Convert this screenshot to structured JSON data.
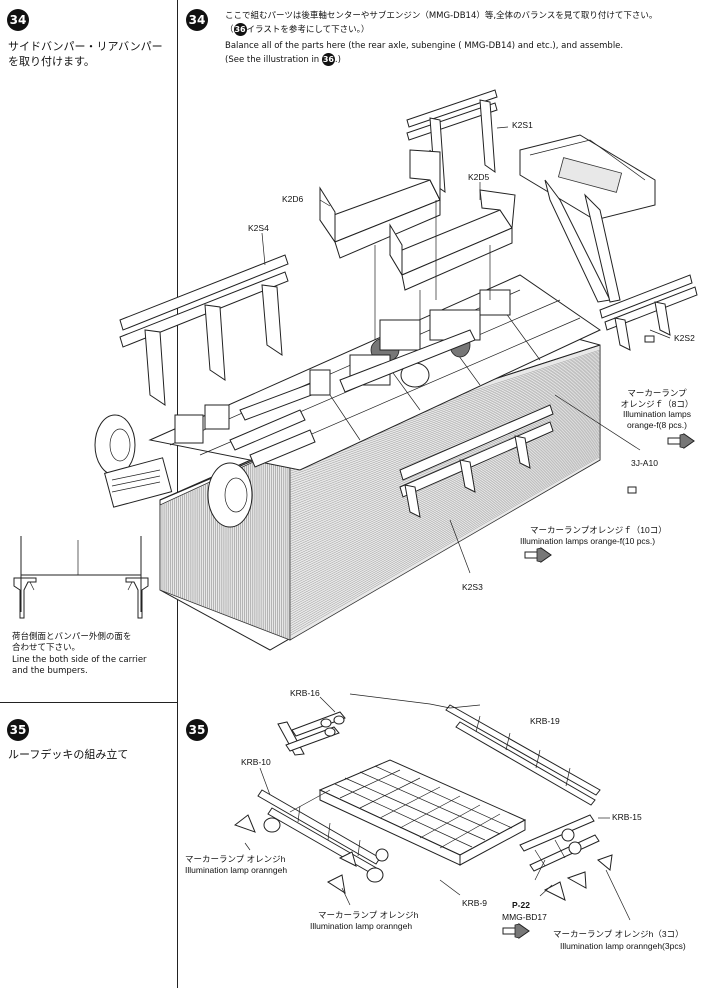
{
  "left": {
    "step34": {
      "number": "34",
      "title_line1": "サイドバンパー・リアバンパー",
      "title_line2": "を取り付けます。",
      "note_jp_line1": "荷台側面とバンパー外側の面を",
      "note_jp_line2": "合わせて下さい。",
      "note_en_line1": "Line the both side of the carrier",
      "note_en_line2": "and the bumpers."
    },
    "step35": {
      "number": "35",
      "title": "ルーフデッキの組み立て"
    }
  },
  "main": {
    "step34": {
      "number": "34",
      "jp_line1": "ここで組むパーツは後車軸センターやサブエンジン（MMG-DB14）等,全体のバランスを見て取り付けて下さい。",
      "ref_number": "36",
      "jp_line2": "イラストを参考にして下さい。",
      "en_line1": "Balance all of the parts here (the rear axle, subengine ( MMG-DB14) and etc.), and assemble.",
      "en_line2_pre": "(See the illustration in",
      "en_line2_post": ".)",
      "labels": {
        "k2s1": "K2S1",
        "k2d5": "K2D5",
        "k2d6": "K2D6",
        "k2s4": "K2S4",
        "k2s2": "K2S2",
        "k2s3": "K2S3",
        "a10": "3J-A10"
      },
      "lamp8": {
        "jp_line1": "マーカーランプ",
        "jp_line2": "オレンジｆ（8コ）",
        "en_line1": "Illumination lamps",
        "en_line2": "orange-f(8 pcs.)"
      },
      "lamp10": {
        "jp": "マーカーランプオレンジｆ（10コ）",
        "en": "Illumination lamps orange-f(10 pcs.)"
      }
    },
    "step35": {
      "number": "35",
      "labels": {
        "krb16": "KRB-16",
        "krb19": "KRB-19",
        "krb10": "KRB-10",
        "krb15": "KRB-15",
        "krb9": "KRB-9",
        "mmg": "MMG-BD17",
        "pref": "P-22"
      },
      "lamp_left": {
        "jp": "マーカーランプ オレンジh",
        "en": "Illumination lamp oranngeh"
      },
      "lamp_bottom": {
        "jp": "マーカーランプ オレンジh",
        "en": "Illumination lamp oranngeh"
      },
      "lamp_right": {
        "jp": "マーカーランプ オレンジh（3コ）",
        "en": "Illumination lamp oranngeh(3pcs)"
      }
    }
  }
}
